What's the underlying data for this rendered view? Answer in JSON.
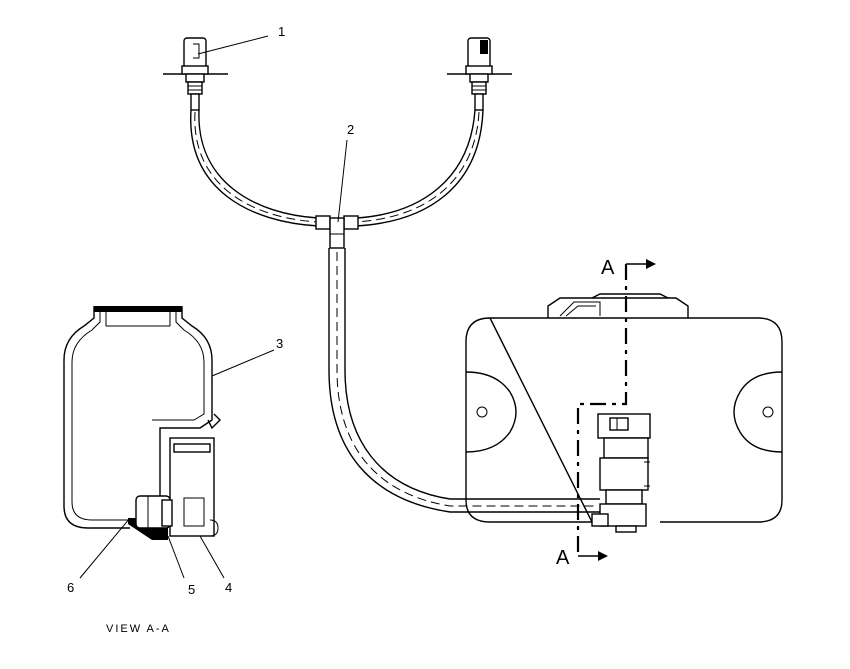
{
  "callouts": {
    "c1": "1",
    "c2": "2",
    "c3": "3",
    "c4": "4",
    "c5": "5",
    "c6": "6"
  },
  "section": {
    "top_letter": "A",
    "bottom_letter": "A"
  },
  "caption": "VIEW A-A"
}
